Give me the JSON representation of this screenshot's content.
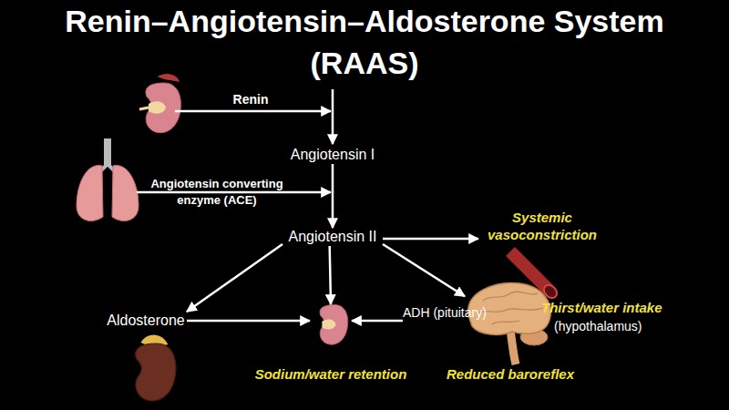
{
  "diagram": {
    "title": "Renin–Angiotensin–Aldosterone System (RAAS)",
    "nodes": [
      {
        "text": [
          "Angiotensin I"
        ]
      },
      {
        "text": [
          "Angiotensin II"
        ]
      },
      {
        "text": [
          "Systemic vasoconstriction"
        ]
      },
      {
        "text": [
          "Aldosterone"
        ]
      },
      {
        "text": [
          "Sodium/water retention"
        ]
      },
      {
        "text": [
          "ADH (pituitary)"
        ]
      },
      {
        "text": [
          "Thirst/water intake",
          "(hypothalamus)",
          "Reduced baroreflex"
        ]
      }
    ],
    "edges": [
      {
        "from": 0,
        "to": 1,
        "arrow": "to"
      },
      {
        "from": 1,
        "to": 2,
        "arrow": "to"
      },
      {
        "from": 1,
        "to": 3,
        "arrow": "to"
      },
      {
        "from": 1,
        "to": 4,
        "arrow": "to"
      },
      {
        "from": 1,
        "to": 6,
        "arrow": "to"
      },
      {
        "from": 3,
        "to": 4,
        "arrow": "to"
      },
      {
        "from": 5,
        "to": 4,
        "arrow": "to"
      }
    ],
    "labels": [
      "Renin",
      "Angiotensin converting enzyme (ACE)"
    ]
  }
}
